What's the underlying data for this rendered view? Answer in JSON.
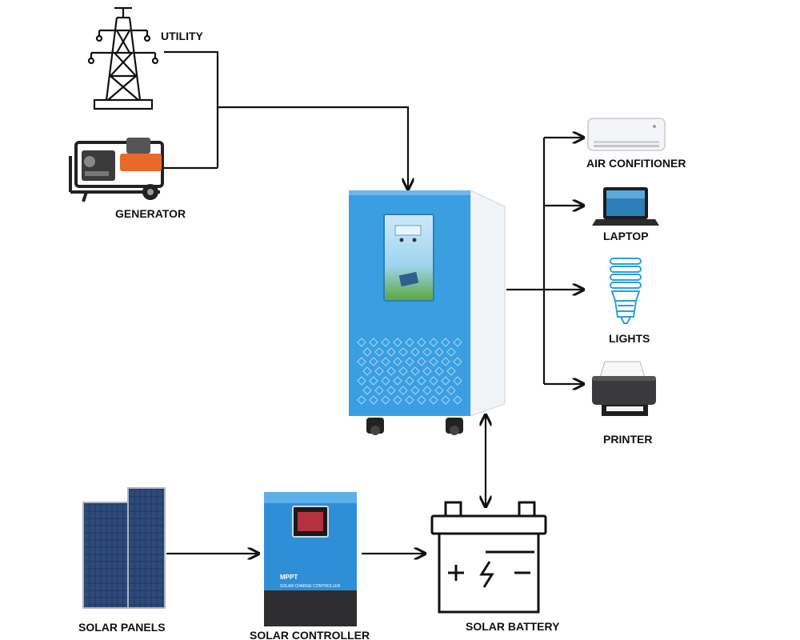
{
  "labels": {
    "utility": "UTILITY",
    "generator": "GENERATOR",
    "air_conditioner": "AIR CONFITIONER",
    "laptop": "LAPTOP",
    "lights": "LIGHTS",
    "printer": "PRINTER",
    "solar_panels": "SOLAR PANELS",
    "solar_controller": "SOLAR CONTROLLER",
    "solar_battery": "SOLAR BATTERY"
  },
  "controller_text": {
    "brand": "MPPT",
    "subtitle": "SOLAR CHARGE CONTROLLER"
  },
  "colors": {
    "inverter_blue": "#3a9fe0",
    "generator_orange": "#e8692a",
    "panel_blue": "#233a63",
    "line": "#111111"
  }
}
